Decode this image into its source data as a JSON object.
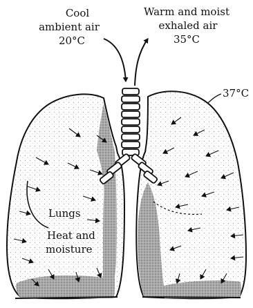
{
  "labels": {
    "inhaled_line1": "Cool",
    "inhaled_line2": "ambient air",
    "inhaled_line3": "20°C",
    "exhaled_line1": "Warm and moist",
    "exhaled_line2": "exhaled air",
    "exhaled_line3": "35°C",
    "lung_temp": "37°C",
    "lungs": "Lungs",
    "heat_line1": "Heat and",
    "heat_line2": "moisture"
  },
  "colors": {
    "ink": "#111111",
    "shade": "#9a9a9a",
    "stipple": "#bdbdbd"
  }
}
